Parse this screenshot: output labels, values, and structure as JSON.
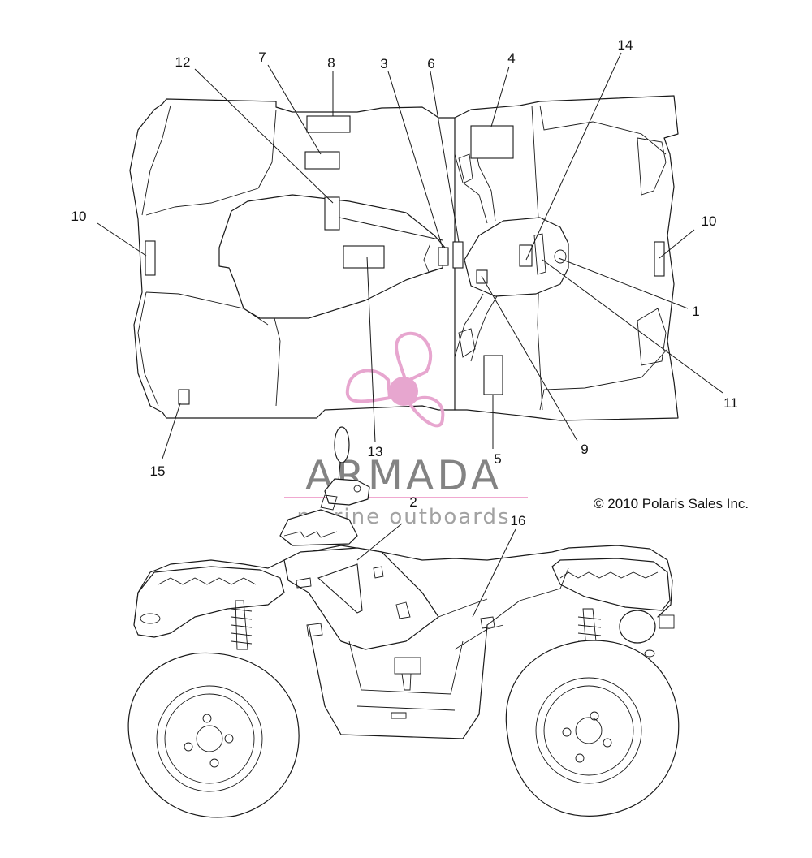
{
  "copyright": "© 2010 Polaris Sales Inc.",
  "watermark": {
    "brand": "ARMADA",
    "tagline": "marine outboards",
    "accent_color": "#e7a6cf",
    "line_color": "#f0a8d0"
  },
  "callouts": [
    {
      "id": "c1",
      "label": "1"
    },
    {
      "id": "c2",
      "label": "2"
    },
    {
      "id": "c3",
      "label": "3"
    },
    {
      "id": "c4",
      "label": "4"
    },
    {
      "id": "c5",
      "label": "5"
    },
    {
      "id": "c6",
      "label": "6"
    },
    {
      "id": "c7",
      "label": "7"
    },
    {
      "id": "c8",
      "label": "8"
    },
    {
      "id": "c9",
      "label": "9"
    },
    {
      "id": "c10a",
      "label": "10"
    },
    {
      "id": "c10b",
      "label": "10"
    },
    {
      "id": "c11",
      "label": "11"
    },
    {
      "id": "c12",
      "label": "12"
    },
    {
      "id": "c13",
      "label": "13"
    },
    {
      "id": "c14",
      "label": "14"
    },
    {
      "id": "c15",
      "label": "15"
    },
    {
      "id": "c16",
      "label": "16"
    }
  ]
}
